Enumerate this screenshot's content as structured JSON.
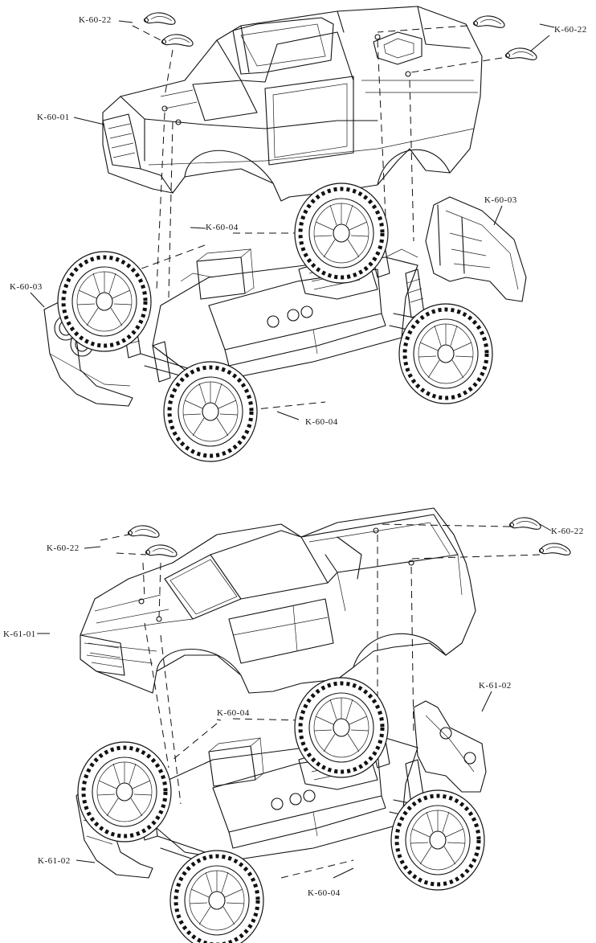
{
  "diagram": {
    "upper_assembly": {
      "labels": {
        "clip_left": "K-60-22",
        "clip_right": "K-60-22",
        "body": "K-60-01",
        "bumper_rear": "K-60-03",
        "bumper_front": "K-60-03",
        "chassis_top": "K-60-04",
        "chassis_bottom": "K-60-04"
      }
    },
    "lower_assembly": {
      "labels": {
        "clip_left": "K-60-22",
        "clip_right": "K-60-22",
        "body": "K-61-01",
        "bumper_rear": "K-61-02",
        "bumper_front": "K-61-02",
        "chassis_top": "K-60-04",
        "chassis_bottom": "K-60-04"
      }
    },
    "colors": {
      "line": "#111111",
      "background": "#ffffff"
    }
  }
}
